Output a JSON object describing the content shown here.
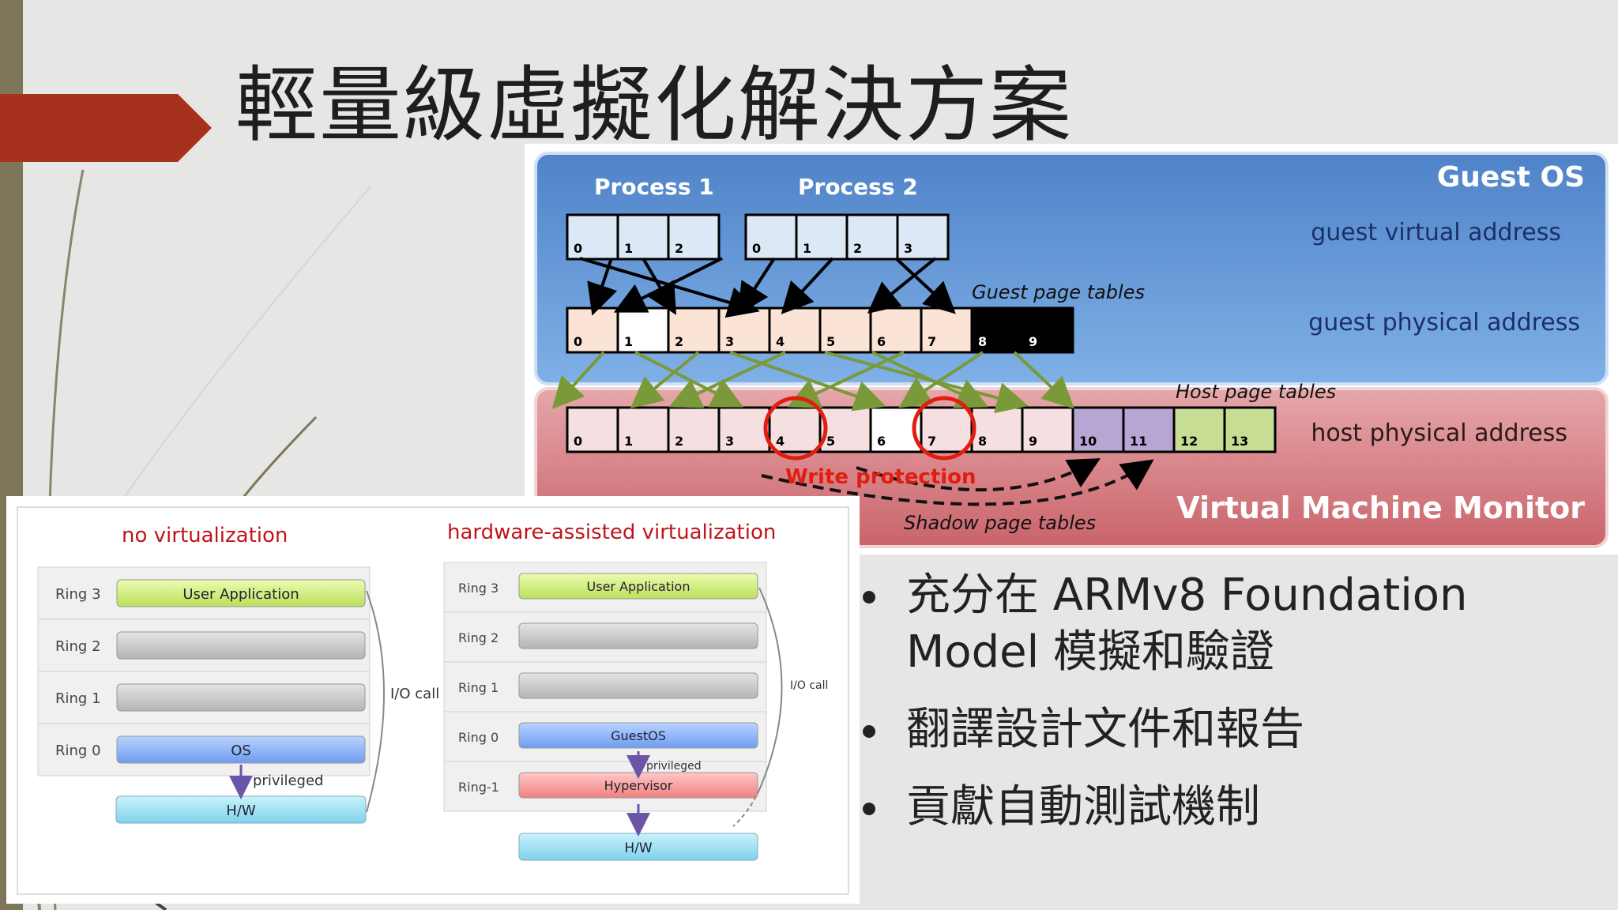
{
  "slide": {
    "title": "輕量級虛擬化解決方案",
    "bullets": [
      "充分在 ARMv8 Foundation Model 模擬和驗證",
      "翻譯設計文件和報告",
      "貢獻自動測試機制"
    ]
  },
  "memory_diagram": {
    "guest_os_label": "Guest OS",
    "guest_virtual_address": "guest virtual address",
    "guest_physical_address": "guest physical address",
    "host_physical_address": "host physical address",
    "vmm_label": "Virtual Machine Monitor",
    "guest_page_tables": "Guest page tables",
    "host_page_tables": "Host page tables",
    "shadow_page_tables": "Shadow page tables",
    "write_protection": "Write protection",
    "process1": {
      "label": "Process 1",
      "cells": [
        "0",
        "1",
        "2"
      ]
    },
    "process2": {
      "label": "Process 2",
      "cells": [
        "0",
        "1",
        "2",
        "3"
      ]
    },
    "guest_phys_cells": [
      "0",
      "1",
      "2",
      "3",
      "4",
      "5",
      "6",
      "7",
      "8",
      "9"
    ],
    "host_phys_cells": [
      "0",
      "1",
      "2",
      "3",
      "4",
      "5",
      "6",
      "7",
      "8",
      "9",
      "10",
      "11",
      "12",
      "13"
    ]
  },
  "ring_diagram": {
    "left_title": "no virtualization",
    "right_title": "hardware-assisted virtualization",
    "left_rings": [
      "Ring 3",
      "Ring 2",
      "Ring 1",
      "Ring 0"
    ],
    "right_rings": [
      "Ring 3",
      "Ring 2",
      "Ring 1",
      "Ring 0",
      "Ring-1"
    ],
    "user_application": "User Application",
    "os": "OS",
    "guest_os": "GuestOS",
    "hypervisor": "Hypervisor",
    "hw": "H/W",
    "privileged": "privileged",
    "io_call": "I/O call"
  },
  "colors": {
    "accent_arrow": "#a8311e",
    "left_bar": "#7d7659",
    "guest_blue": "#5b8fd0",
    "vmm_red": "#d98b90"
  }
}
